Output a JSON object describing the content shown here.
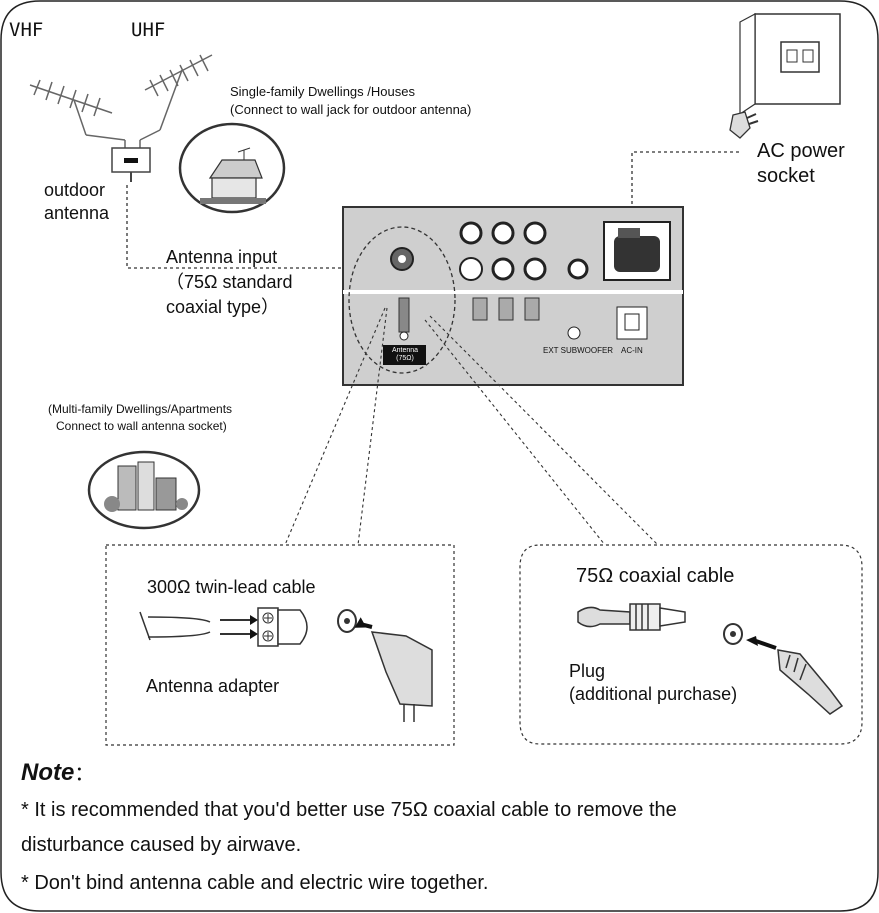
{
  "antennas": {
    "vhf_label": "VHF",
    "uhf_label": "UHF",
    "outdoor_label_line1": "outdoor",
    "outdoor_label_line2": "antenna"
  },
  "dwellings": {
    "single_line1": "Single-family Dwellings /Houses",
    "single_line2": "(Connect to wall jack for outdoor antenna)",
    "multi_line1": "(Multi-family Dwellings/Apartments",
    "multi_line2": "Connect to wall antenna socket)"
  },
  "power": {
    "line1": "AC power",
    "line2": "socket"
  },
  "antenna_input": {
    "line1": "Antenna input",
    "line2": "（75Ω standard",
    "line3": "coaxial type）"
  },
  "panel": {
    "antenna_tag_line1": "Antenna",
    "antenna_tag_line2": "(75Ω)",
    "subwoofer_label": "EXT SUBWOOFER",
    "acin_label": "AC-IN"
  },
  "twin_lead_box": {
    "title": "300Ω twin-lead cable",
    "adapter_label": "Antenna adapter"
  },
  "coax_box": {
    "title": "75Ω coaxial cable",
    "plug_line1": "Plug",
    "plug_line2": "(additional purchase)"
  },
  "note": {
    "title": "Note",
    "colon": "：",
    "line1": "* It is recommended that you'd better use 75Ω coaxial cable to remove  the",
    "line2": "disturbance caused by airwave.",
    "line3": "* Don't bind antenna cable and electric wire together."
  }
}
